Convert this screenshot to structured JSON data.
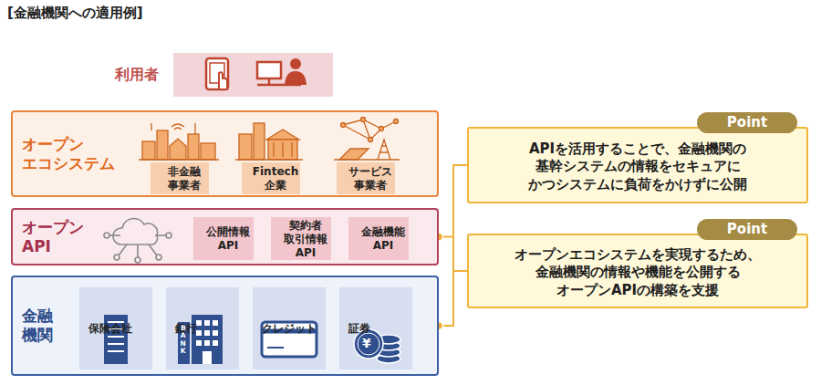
{
  "diagram": {
    "title": "[金融機関への適用例]",
    "nodes": [
      {
        "text": [
          "利用者"
        ]
      },
      {
        "text": [
          "オープン エコシステム"
        ]
      },
      {
        "text": [
          "非金融 事業者"
        ],
        "in": 1
      },
      {
        "text": [
          "Fintech 企業"
        ],
        "in": 1
      },
      {
        "text": [
          "サービス 事業者"
        ],
        "in": 1
      },
      {
        "text": [
          "オープン API"
        ]
      },
      {
        "text": [
          "公開情報 API"
        ],
        "in": 5
      },
      {
        "text": [
          "契約者 取引情報 API"
        ],
        "in": 5
      },
      {
        "text": [
          "金融機能 API"
        ],
        "in": 5
      },
      {
        "text": [
          "金融 機関"
        ]
      },
      {
        "text": [
          "保険会社"
        ],
        "in": 9
      },
      {
        "text": [
          "銀行"
        ],
        "in": 9
      },
      {
        "text": [
          "クレジット"
        ],
        "in": 9
      },
      {
        "text": [
          "証券"
        ],
        "in": 9
      },
      {
        "text": [
          "Point",
          "APIを活用することで、金融機関の 基幹システムの情報をセキュアに かつシステムに負荷をかけずに公開"
        ]
      },
      {
        "text": [
          "Point",
          "オープンエコシステムを実現するため、 金融機関の情報や機能を公開する オープンAPIの構築を支援"
        ]
      }
    ],
    "edges": [
      {
        "from": 9,
        "to": 14,
        "arrow": "none"
      },
      {
        "from": 5,
        "to": 15,
        "arrow": "none"
      }
    ],
    "labels": [
      "BANK",
      "¥"
    ]
  }
}
